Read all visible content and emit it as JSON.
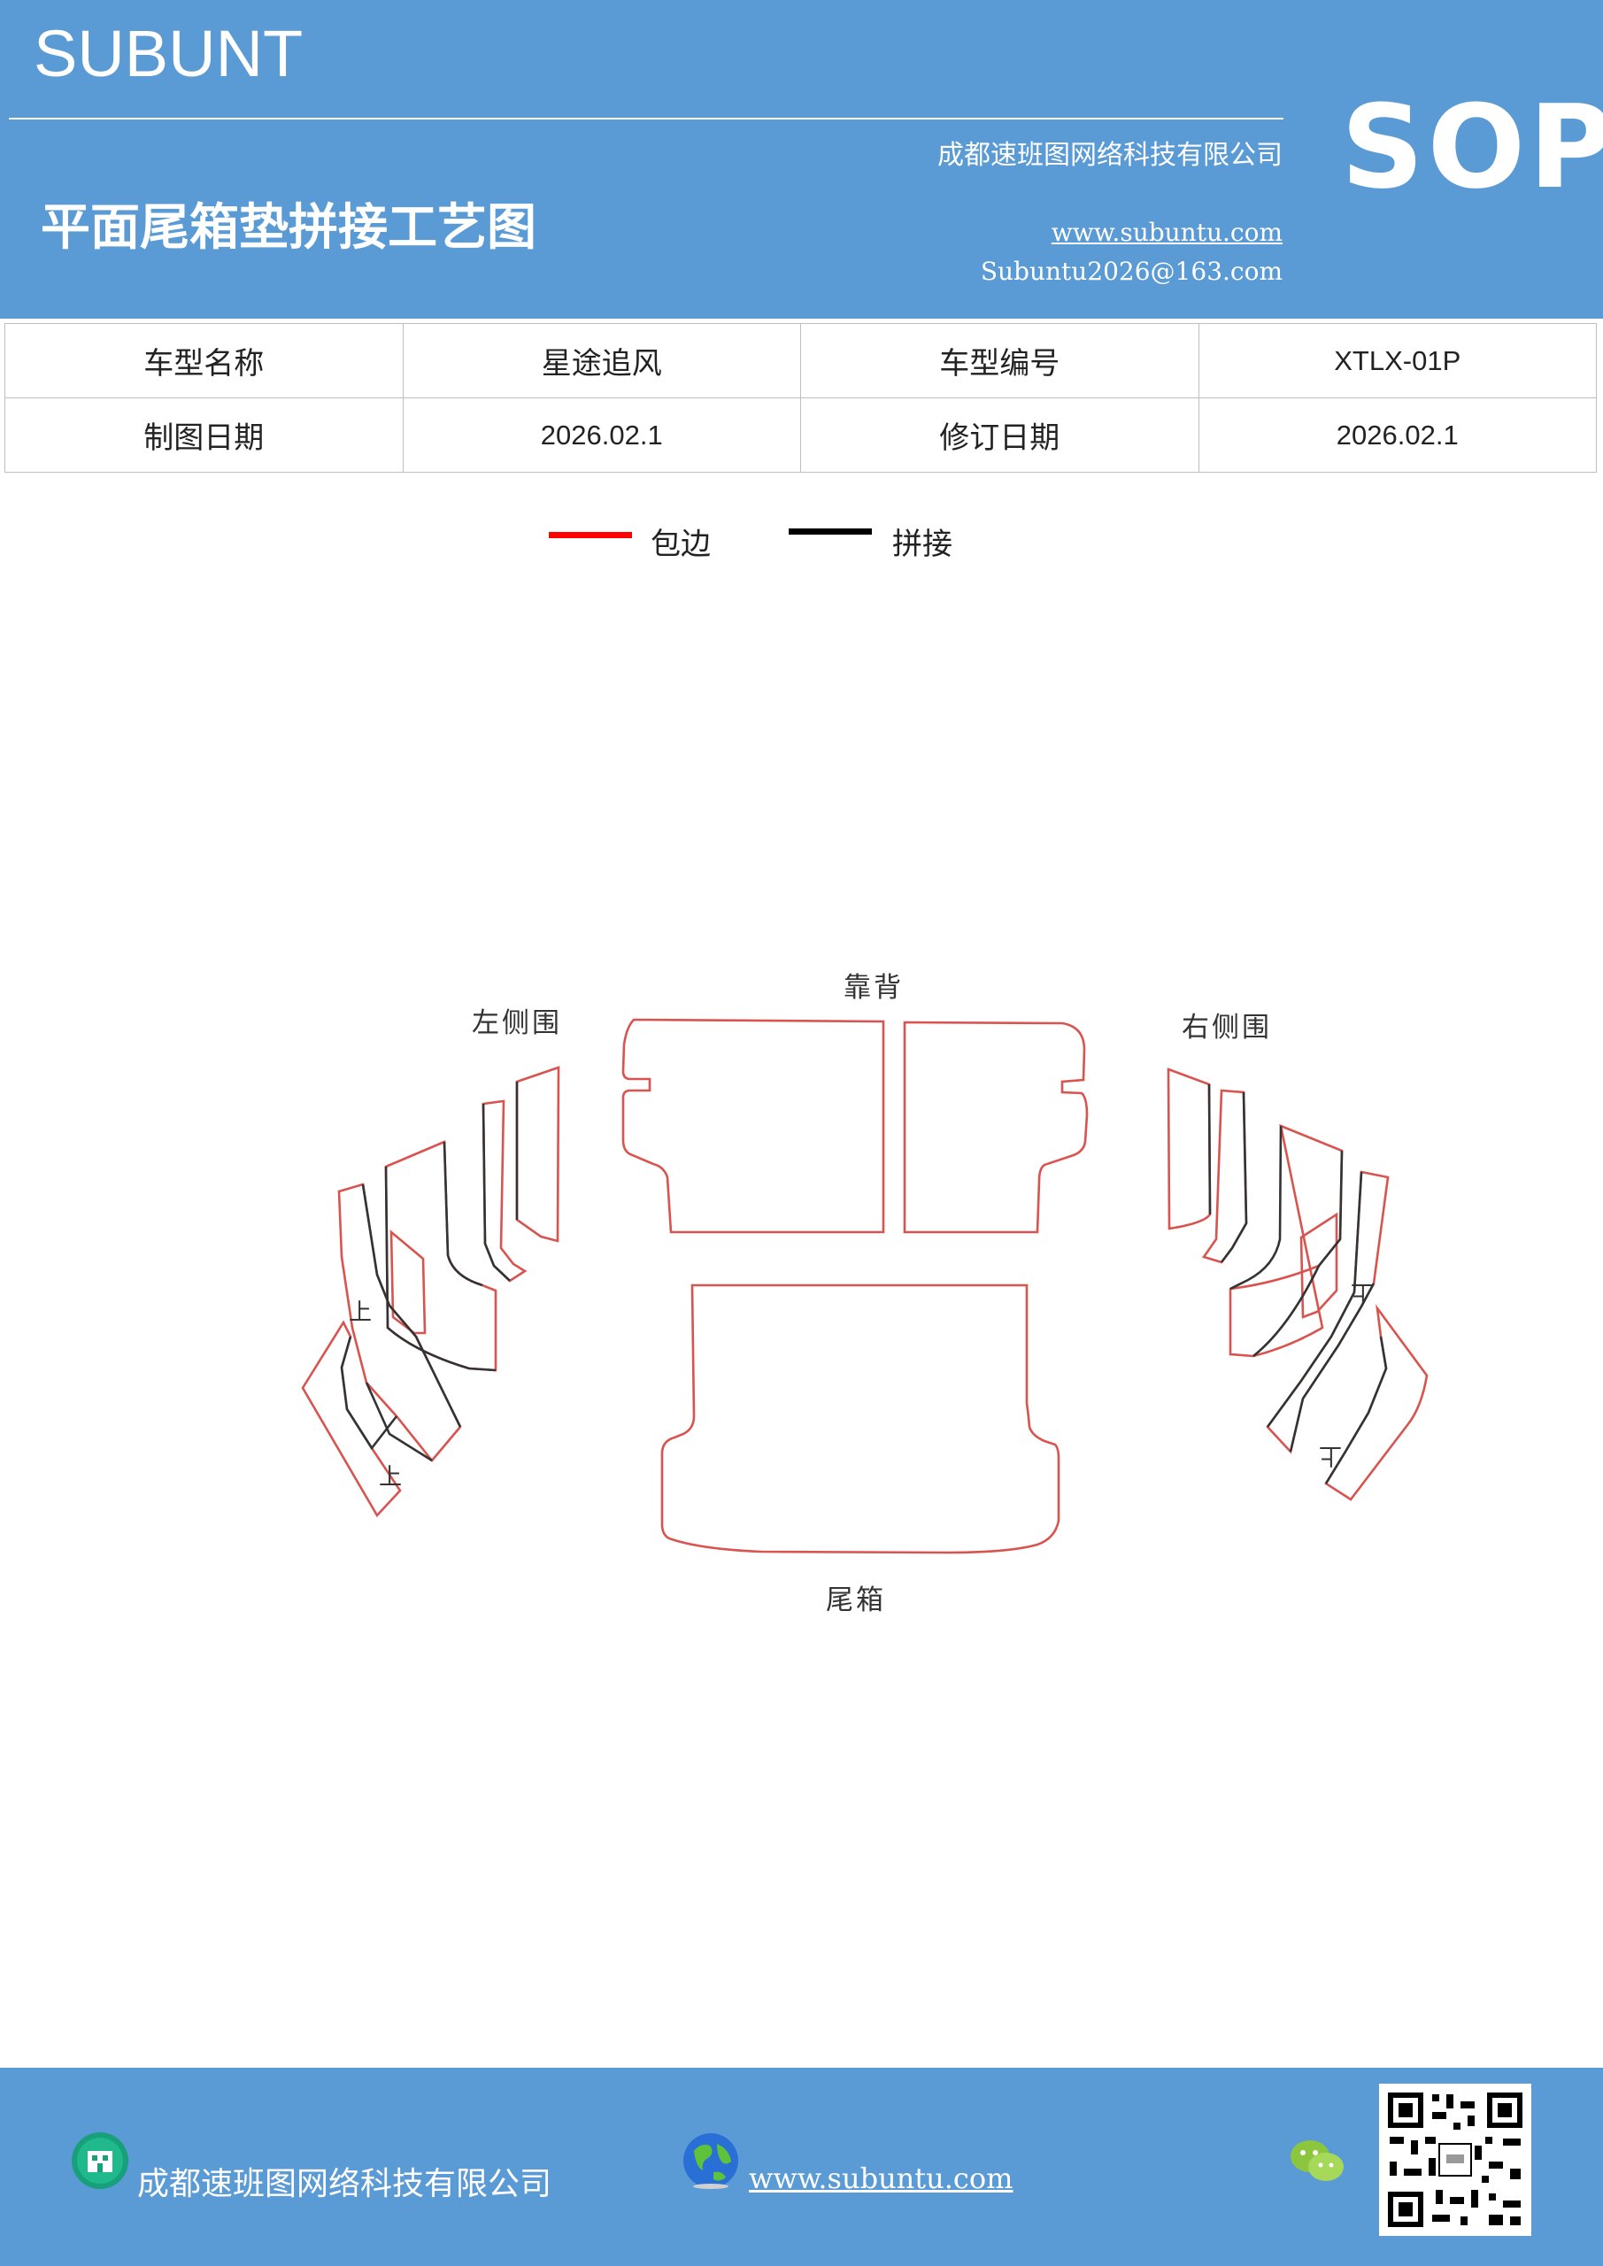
{
  "header": {
    "brand": "SUBUNT",
    "company": "成都速班图网络科技有限公司",
    "title": "平面尾箱垫拼接工艺图",
    "website": "www.subuntu.com",
    "email": "Subuntu2026@163.com",
    "badge": "SOP"
  },
  "info_table": {
    "row1": [
      "车型名称",
      "星途追风",
      "车型编号",
      "XTLX-01P"
    ],
    "row2": [
      "制图日期",
      "2026.02.1",
      "修订日期",
      "2026.02.1"
    ]
  },
  "legend": [
    {
      "label": "包边",
      "color": "#ff0000"
    },
    {
      "label": "拼接",
      "color": "#000000"
    }
  ],
  "diagram": {
    "labels": {
      "backrest": "靠背",
      "left_side": "左侧围",
      "right_side": "右侧围",
      "trunk": "尾箱"
    },
    "up_mark": "上",
    "edge_color": "#d9534f",
    "seam_color": "#333333"
  },
  "footer": {
    "company": "成都速班图网络科技有限公司",
    "website": "www.subuntu.com",
    "icons": [
      "building-icon",
      "globe-icon",
      "wechat-icon",
      "qr-code"
    ]
  }
}
